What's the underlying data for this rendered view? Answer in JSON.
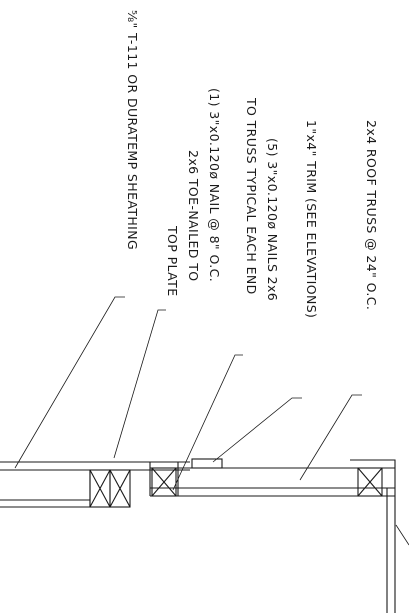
{
  "callouts": [
    {
      "id": "roof-truss",
      "text": "2x4 ROOF TRUSS @ 24\" O.C."
    },
    {
      "id": "trim",
      "text": "1\"x4\" TRIM (SEE ELEVATIONS)"
    },
    {
      "id": "nails-line1",
      "text": "(5) 3\"x0.120ø NAILS 2x6"
    },
    {
      "id": "nails-line2",
      "text": "TO TRUSS TYPICAL EACH END"
    },
    {
      "id": "toenail-line1",
      "text": "(1) 3\"x0.120ø NAIL @ 8\" O.C."
    },
    {
      "id": "toenail-line2",
      "text": "2x6 TOE-NAILED TO"
    },
    {
      "id": "toenail-line3",
      "text": "TOP PLATE"
    },
    {
      "id": "sheathing",
      "text": "⅝\" T-111 OR DURATEMP SHEATHING"
    }
  ],
  "colors": {
    "line": "#1a1a1a",
    "background": "#ffffff"
  }
}
